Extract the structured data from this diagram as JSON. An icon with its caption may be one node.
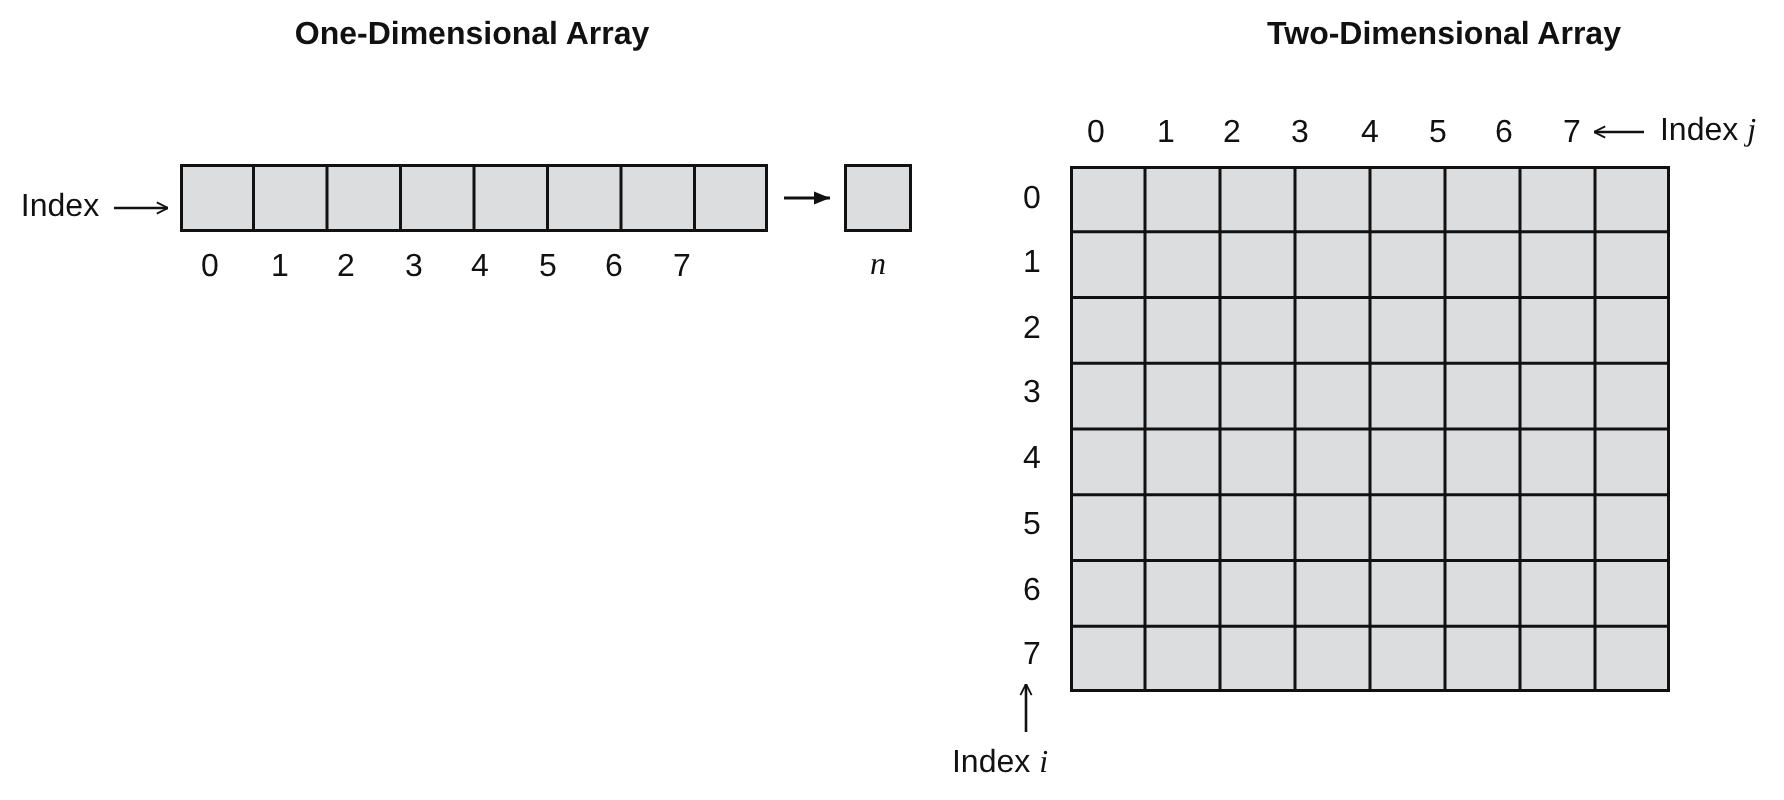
{
  "diagram": {
    "nodes": [
      {
        "text": [],
        "shape": "box"
      },
      {
        "text": [],
        "shape": "box",
        "beside": [
          "*n*"
        ]
      },
      {
        "text": [],
        "shape": "box"
      }
    ],
    "edges": [
      {
        "from": 0,
        "to": 1,
        "arrow": "to"
      }
    ],
    "labels": [
      "One-Dimensional Array",
      "Two-Dimensional Array",
      "0",
      "1",
      "2",
      "3",
      "4",
      "5",
      "6",
      "7",
      "Index *j*",
      "Index",
      "0",
      "1",
      "2",
      "3",
      "4",
      "5",
      "6",
      "7",
      "0",
      "1",
      "2",
      "3",
      "4",
      "5",
      "6",
      "7",
      "Index *i*"
    ]
  }
}
